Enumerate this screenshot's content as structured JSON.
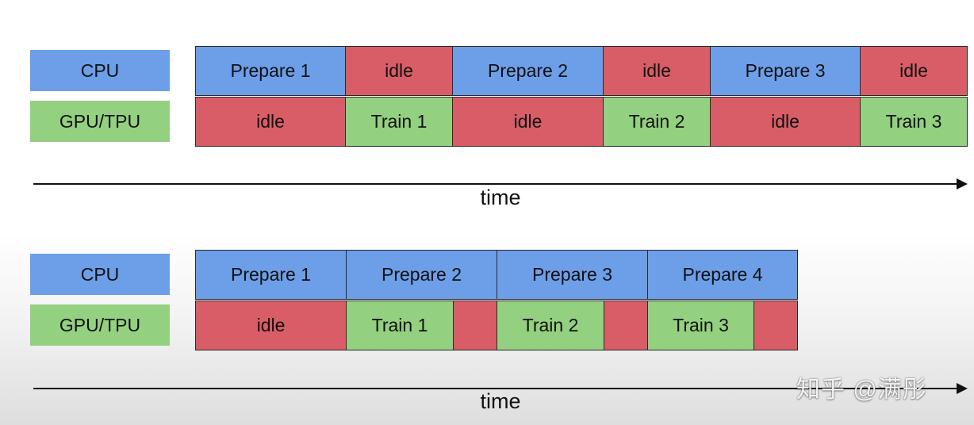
{
  "diagrams": {
    "top": {
      "cpu_label": "CPU",
      "gpu_label": "GPU/TPU",
      "cpu_cells": [
        "Prepare 1",
        "idle",
        "Prepare 2",
        "idle",
        "Prepare 3",
        "idle"
      ],
      "gpu_cells": [
        "idle",
        "Train 1",
        "idle",
        "Train 2",
        "idle",
        "Train 3"
      ],
      "time_label": "time"
    },
    "bottom": {
      "cpu_label": "CPU",
      "gpu_label": "GPU/TPU",
      "cpu_cells": [
        "Prepare 1",
        "Prepare 2",
        "Prepare 3",
        "Prepare 4"
      ],
      "gpu_cells": [
        "idle",
        "Train 1",
        "",
        "Train 2",
        "",
        "Train 3",
        ""
      ],
      "time_label": "time"
    }
  },
  "watermark": "知乎 @满彤",
  "colors": {
    "cpu": "#6d9ee8",
    "gpu": "#93d07f",
    "idle": "#d85d67"
  }
}
